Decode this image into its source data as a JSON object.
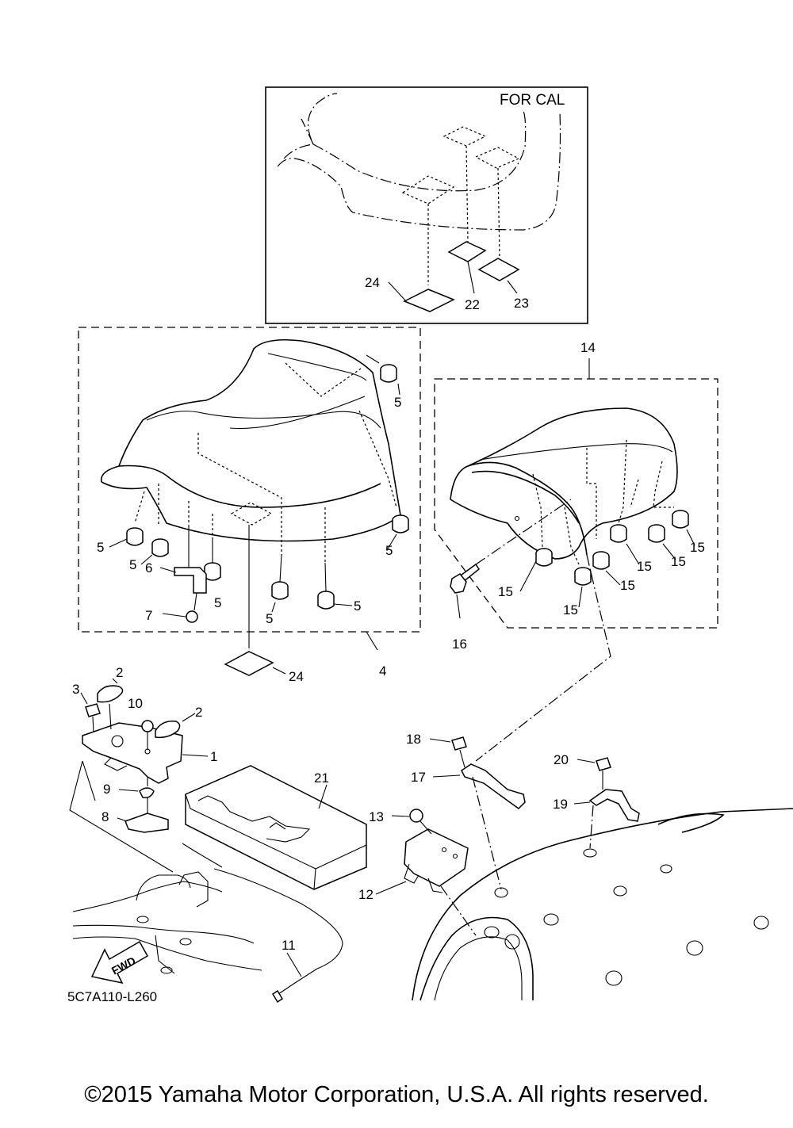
{
  "diagram": {
    "inset_label": "FOR CAL",
    "code": "5C7A110-L260",
    "fwd_label": "FWD",
    "callouts": {
      "p1": "1",
      "p2a": "2",
      "p2b": "2",
      "p3": "3",
      "p4": "4",
      "p5a": "5",
      "p5b": "5",
      "p5c": "5",
      "p5d": "5",
      "p5e": "5",
      "p5f": "5",
      "p5g": "5",
      "p6": "6",
      "p7": "7",
      "p8": "8",
      "p9": "9",
      "p10": "10",
      "p11": "11",
      "p12": "12",
      "p13": "13",
      "p14": "14",
      "p15a": "15",
      "p15b": "15",
      "p15c": "15",
      "p15d": "15",
      "p15e": "15",
      "p15f": "15",
      "p16": "16",
      "p17": "17",
      "p18": "18",
      "p19": "19",
      "p20": "20",
      "p21": "21",
      "p22": "22",
      "p23": "23",
      "p24a": "24",
      "p24b": "24"
    }
  },
  "copyright": "©2015 Yamaha Motor Corporation, U.S.A. All rights reserved."
}
